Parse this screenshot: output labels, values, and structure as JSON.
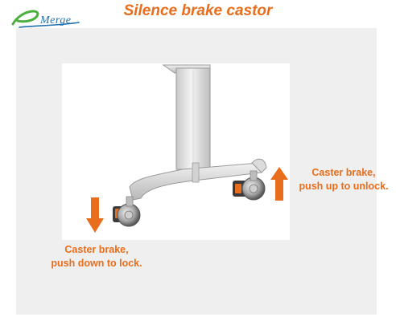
{
  "header": {
    "title": "Silence brake castor",
    "logo_text": "Merge"
  },
  "callouts": {
    "right": {
      "line1": "Caster brake,",
      "line2": "push up to unlock."
    },
    "left": {
      "line1": "Caster brake,",
      "line2": "push down to lock."
    }
  },
  "icons": {
    "up_arrow": "arrow-up-icon",
    "down_arrow": "arrow-down-icon"
  },
  "colors": {
    "accent": "#e86d1c",
    "logo_blue": "#1f6fae",
    "logo_green": "#4caf3d",
    "panel": "#efefef"
  }
}
